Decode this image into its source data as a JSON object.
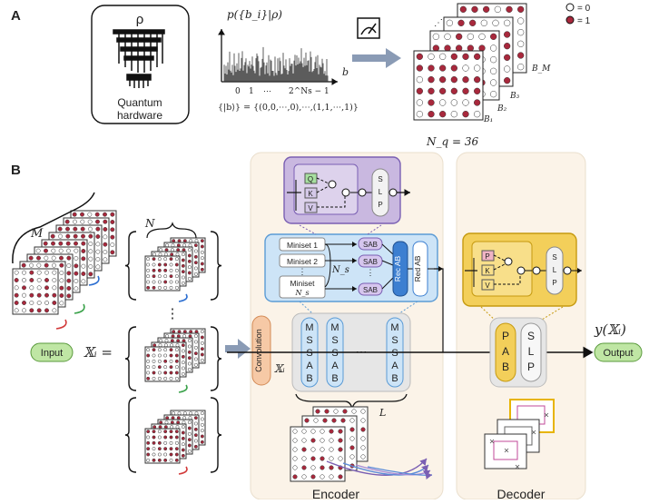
{
  "panel_a": {
    "label": "A",
    "rho": "ρ",
    "hardware_line1": "Quantum",
    "hardware_line2": "hardware",
    "prob_label": "p({b_i}|ρ)",
    "b_axis": "b",
    "tick_zero": "0",
    "tick_one": "1",
    "tick_dots": "⋯",
    "tick_last": "2^Ns − 1",
    "set_label": "{|b⟩} = {(0,0,⋯,0),⋯,(1,1,⋯,1)}",
    "legend_zero": "= 0",
    "legend_one": "= 1",
    "snap_labels": [
      "B₁",
      "B₂",
      "B₃",
      "B_M"
    ],
    "nq_label": "N_q = 36"
  },
  "panel_b": {
    "label": "B",
    "m_label": "M",
    "n_label": "N",
    "input_label": "Input",
    "xi_label": "𝕏ᵢ =",
    "dots": "⋮",
    "convolution": "Convolution",
    "xi_small": "𝕏ᵢ",
    "mssab_letters": [
      "M",
      "S",
      "S",
      "A",
      "B"
    ],
    "mssab_dots": "⋯",
    "l_label": "L",
    "encoder": "Encoder",
    "decoder": "Decoder",
    "output_label": "Output",
    "y_label": "y(𝕏ᵢ)",
    "pab_letters": [
      "P",
      "A",
      "B"
    ],
    "slp_letters": [
      "S",
      "L",
      "P"
    ],
    "mini": [
      "Miniset 1",
      "Miniset 2",
      "⋮",
      "Miniset"
    ],
    "ns_sub": "N_s",
    "ns_label": "N_s",
    "sab": "SAB",
    "rec_ab": "Rec AB",
    "red_ab": "Red AB",
    "q": "Q",
    "k": "K",
    "v": "V",
    "p": "P"
  },
  "colors": {
    "dot_red": "#a8283c",
    "encoder_bg": "#fbf3e8",
    "purple": "#c9b8e0",
    "blue": "#cde4f7",
    "yellow": "#f3cf5a",
    "green": "#bfe6a4",
    "orange": "#f6c9a6",
    "arrow": "#8a9bb5"
  }
}
